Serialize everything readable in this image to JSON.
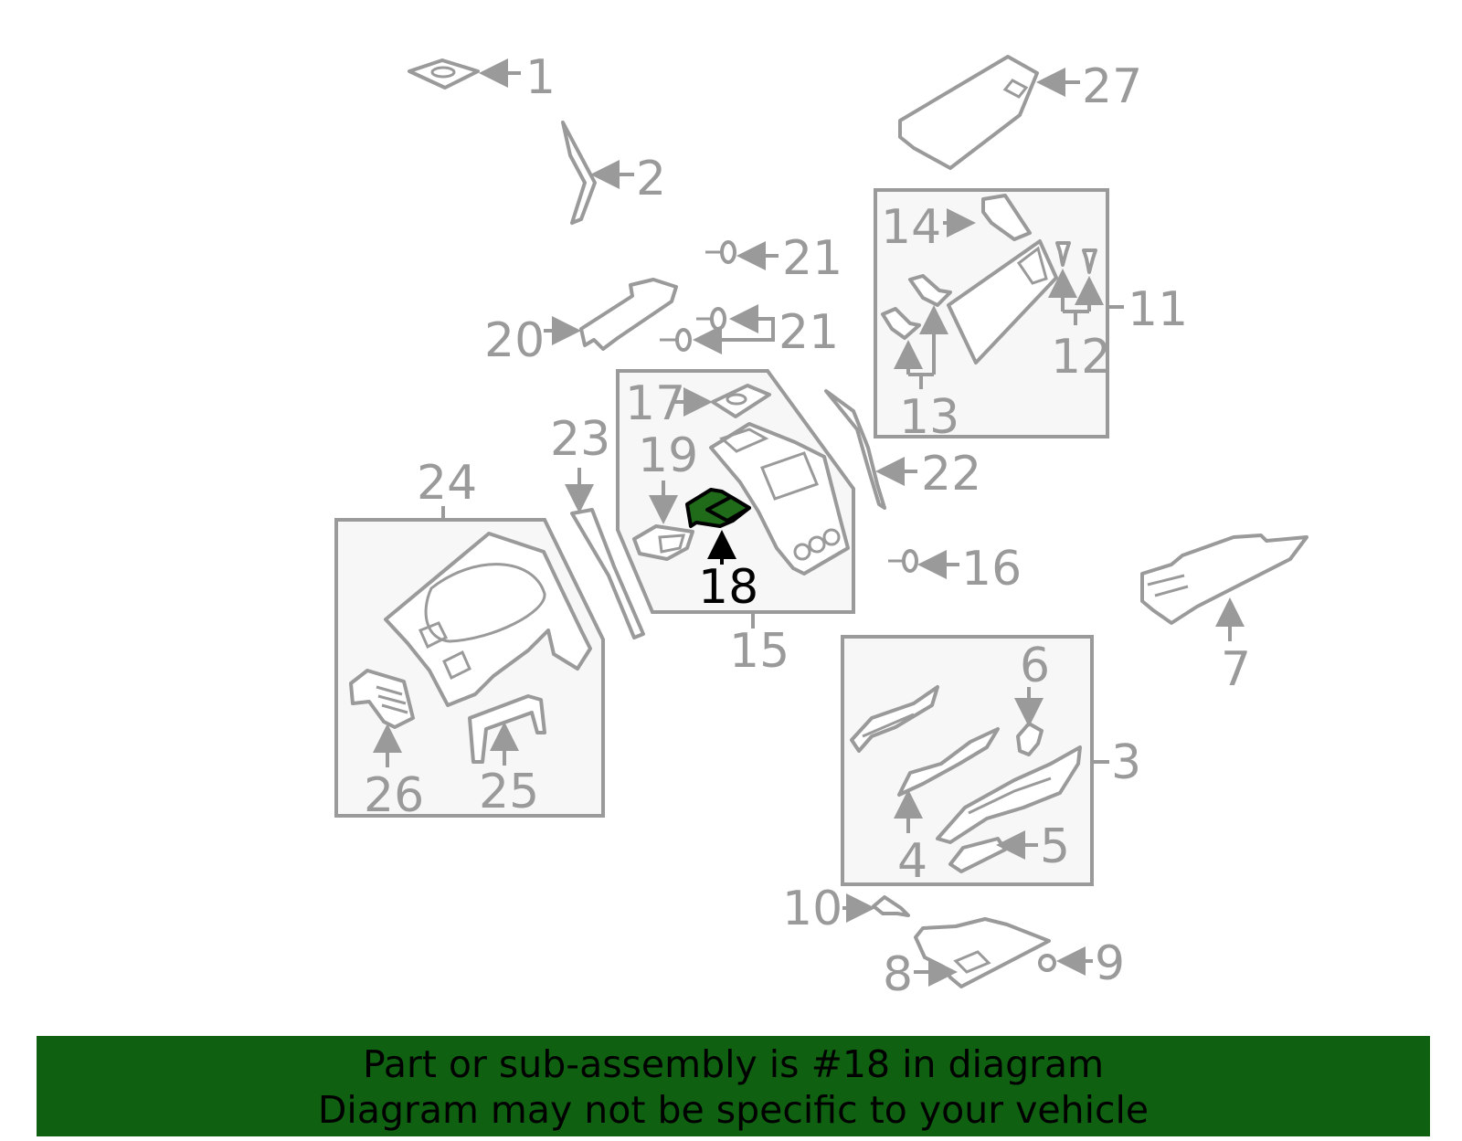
{
  "diagram": {
    "highlight_color": "#1f6b1a",
    "highlighted_callout": "18",
    "callouts": {
      "c1": "1",
      "c2": "2",
      "c3": "3",
      "c4": "4",
      "c5": "5",
      "c6": "6",
      "c7": "7",
      "c8": "8",
      "c9": "9",
      "c10": "10",
      "c11": "11",
      "c12": "12",
      "c13": "13",
      "c14": "14",
      "c15": "15",
      "c16": "16",
      "c17": "17",
      "c18": "18",
      "c19": "19",
      "c20": "20",
      "c21a": "21",
      "c21b": "21",
      "c22": "22",
      "c23": "23",
      "c24": "24",
      "c25": "25",
      "c26": "26",
      "c27": "27"
    }
  },
  "footer": {
    "background": "#0f6010",
    "line1": "Part or sub-assembly is #18 in diagram",
    "line2": "Diagram may not be specific to your vehicle"
  }
}
